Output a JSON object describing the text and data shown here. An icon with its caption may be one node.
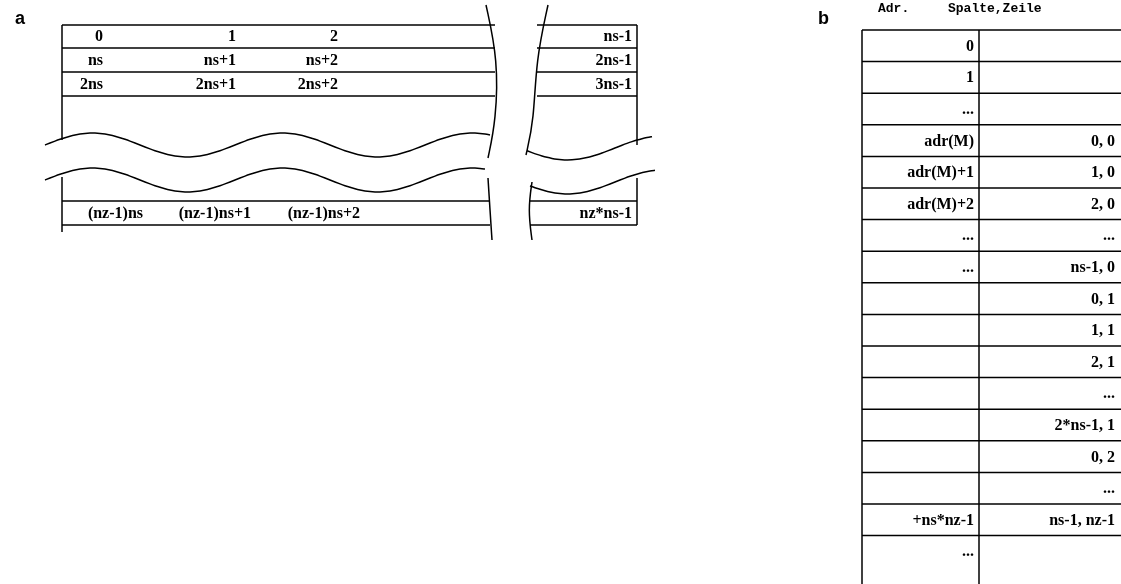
{
  "diagram": {
    "labels": [
      "a",
      "0",
      "1",
      "2",
      "ns-1",
      "ns",
      "ns+1",
      "ns+2",
      "2ns-1",
      "2ns",
      "2ns+1",
      "2ns+2",
      "3ns-1",
      "(nz-1)ns",
      "(nz-1)ns+1",
      "(nz-1)ns+2",
      "nz*ns-1",
      "b",
      "Adr.",
      "Spalte,Zeile",
      "0",
      "1",
      "...",
      "adr(M)",
      "0, 0",
      "adr(M)+1",
      "1, 0",
      "adr(M)+2",
      "2, 0",
      "...",
      "...",
      "...",
      "ns-1, 0",
      "0, 1",
      "1, 1",
      "2, 1",
      "...",
      "2*ns-1, 1",
      "0, 2",
      "...",
      "+ns*nz-1",
      "ns-1, nz-1",
      "..."
    ]
  }
}
